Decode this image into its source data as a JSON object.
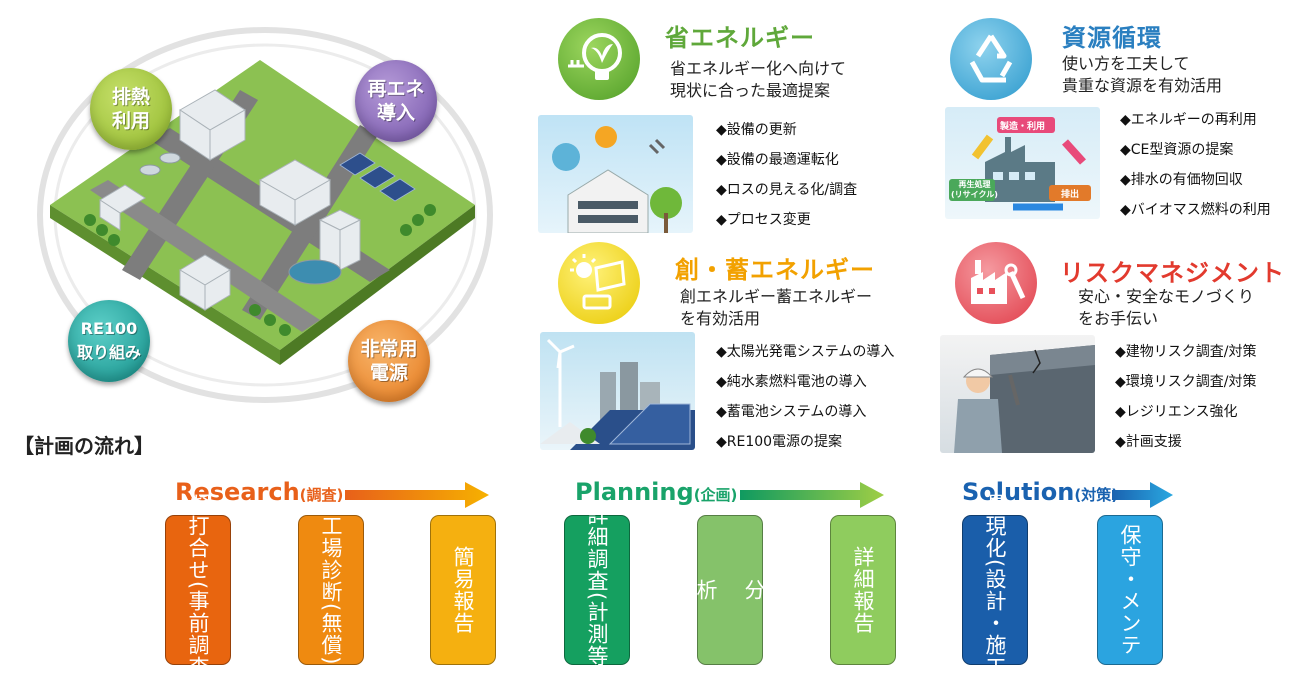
{
  "city_labels": [
    {
      "text": "排熱\n利用",
      "color": "#a5c93a"
    },
    {
      "text": "再エネ\n導入",
      "color": "#8c6bb7"
    },
    {
      "text": "RE100\n取り組み",
      "color": "#1fa5a0"
    },
    {
      "text": "非常用\n電源",
      "color": "#ee8a2a"
    }
  ],
  "categories": [
    {
      "title": "省エネルギー",
      "title_color": "#5fa83a",
      "desc": "省エネルギー化へ向けて\n現状に合った最適提案",
      "icon": "bulb-plug-icon",
      "icon_color": "#6ab43b",
      "bullets": [
        "◆設備の更新",
        "◆設備の最適運転化",
        "◆ロスの見える化/調査",
        "◆プロセス変更"
      ]
    },
    {
      "title": "資源循環",
      "title_color": "#2a7fc0",
      "desc": "使い方を工夫して\n貴重な資源を有効活用",
      "icon": "recycle-icon",
      "icon_color": "#39a6d6",
      "bullets": [
        "◆エネルギーの再利用",
        "◆CE型資源の提案",
        "◆排水の有価物回収",
        "◆バイオマス燃料の利用"
      ],
      "diagram_labels": [
        "製造・利用",
        "再生処理\n(リサイクル)",
        "排出"
      ]
    },
    {
      "title": "創・蓄エネルギー",
      "title_color": "#f2a100",
      "desc": "創エネルギー蓄エネルギー\nを有効活用",
      "icon": "solar-battery-icon",
      "icon_color": "#f0d000",
      "bullets": [
        "◆太陽光発電システムの導入",
        "◆純水素燃料電池の導入",
        "◆蓄電池システムの導入",
        "◆RE100電源の提案"
      ]
    },
    {
      "title": "リスクマネジメント",
      "title_color": "#e23a2e",
      "desc": "安心・安全なモノづくり\nをお手伝い",
      "icon": "factory-wrench-icon",
      "icon_color": "#e8505a",
      "bullets": [
        "◆建物リスク調査/対策",
        "◆環境リスク調査/対策",
        "◆レジリエンス強化",
        "◆計画支援"
      ]
    }
  ],
  "flow": {
    "title": "【計画の流れ】",
    "phases": [
      {
        "name": "Research",
        "sub": "(調査)",
        "color": "#e8601a",
        "arrow_from": "#e8601a",
        "arrow_to": "#f6b100"
      },
      {
        "name": "Planning",
        "sub": "(企画)",
        "color": "#19a36a",
        "arrow_from": "#0f9a60",
        "arrow_to": "#9fce45"
      },
      {
        "name": "Solution",
        "sub": "(対策)",
        "color": "#1a62b0",
        "arrow_from": "#1a62b0",
        "arrow_to": "#2aa8e0"
      }
    ],
    "steps": [
      {
        "main": "お打合せ",
        "sub": "(事前調査)",
        "color": "#e8650f"
      },
      {
        "main": "工場診断",
        "sub": "(無償)",
        "color": "#ef8a10"
      },
      {
        "main": "簡易報告",
        "sub": "",
        "color": "#f5b010"
      },
      {
        "main": "詳細調査",
        "sub": "(計測等)",
        "color": "#15a060"
      },
      {
        "main": "分\n\n析",
        "sub": "",
        "color": "#85c26a"
      },
      {
        "main": "詳細報告",
        "sub": "",
        "color": "#8fcc5e"
      },
      {
        "main": "具現化",
        "sub": "(設計・施工)",
        "color": "#1a5eaa"
      },
      {
        "main": "保守・メンテ",
        "sub": "",
        "color": "#2ba4e0"
      }
    ]
  }
}
